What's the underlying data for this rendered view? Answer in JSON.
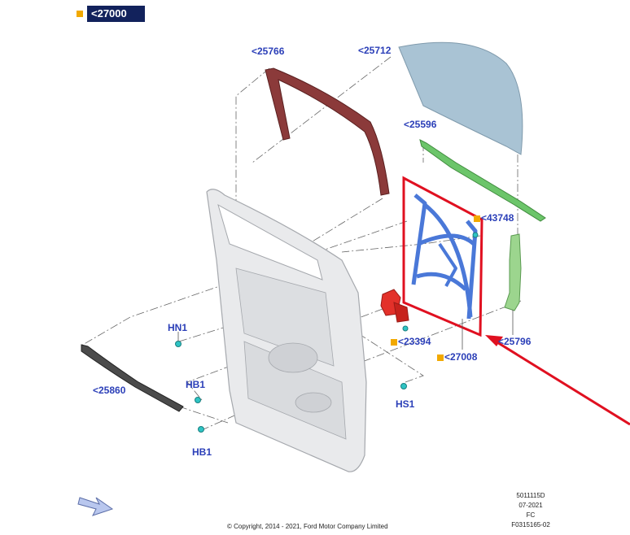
{
  "header": {
    "group_label": "<27000",
    "marker_color": "#f2a900"
  },
  "labels": {
    "p25766": "<25766",
    "p25712": "<25712",
    "p25596": "<25596",
    "p43748": "<43748",
    "p23394": "<23394",
    "p27008": "<27008",
    "p25796": "<25796",
    "p25860": "<25860",
    "hn1": "HN1",
    "hb1_top": "HB1",
    "hb1_bottom": "HB1",
    "hs1": "HS1"
  },
  "footer": {
    "copyright": "© Copyright, 2014 - 2021, Ford Motor Company Limited",
    "code1": "5011115D",
    "code2": "07-2021",
    "code3": "FC",
    "code4": "F0315165-02"
  },
  "colors": {
    "label_text": "#2b3fb8",
    "highlight": "#e01020",
    "glass": "#a9c3d4",
    "weatherstrip": "#8b3a3a",
    "run_channel": "#6cc56a",
    "regulator": "#4a78d8",
    "motor": "#e3312a",
    "clip": "#2ec4c4"
  }
}
